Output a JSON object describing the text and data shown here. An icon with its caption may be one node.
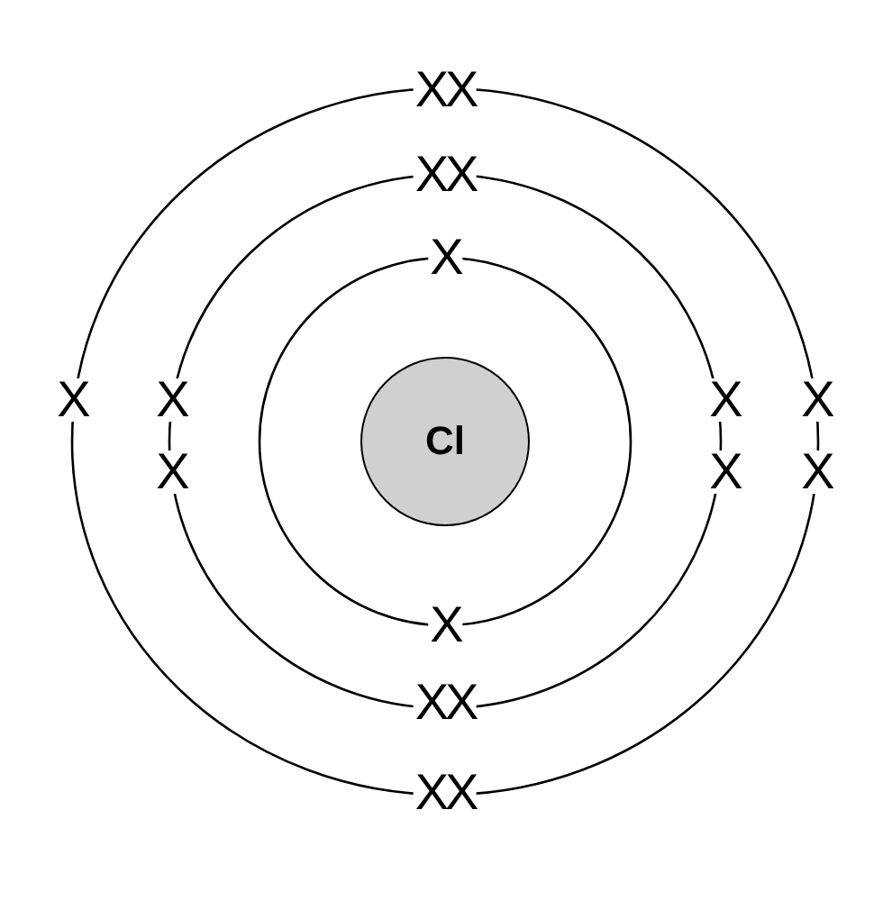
{
  "diagram": {
    "nodes": [
      {
        "text": [
          "Cl"
        ]
      }
    ],
    "labels": [
      "XX",
      "XX",
      "X",
      "X",
      "X",
      "X",
      "X",
      "X",
      "X",
      "X",
      "X",
      "XX",
      "XX"
    ]
  }
}
